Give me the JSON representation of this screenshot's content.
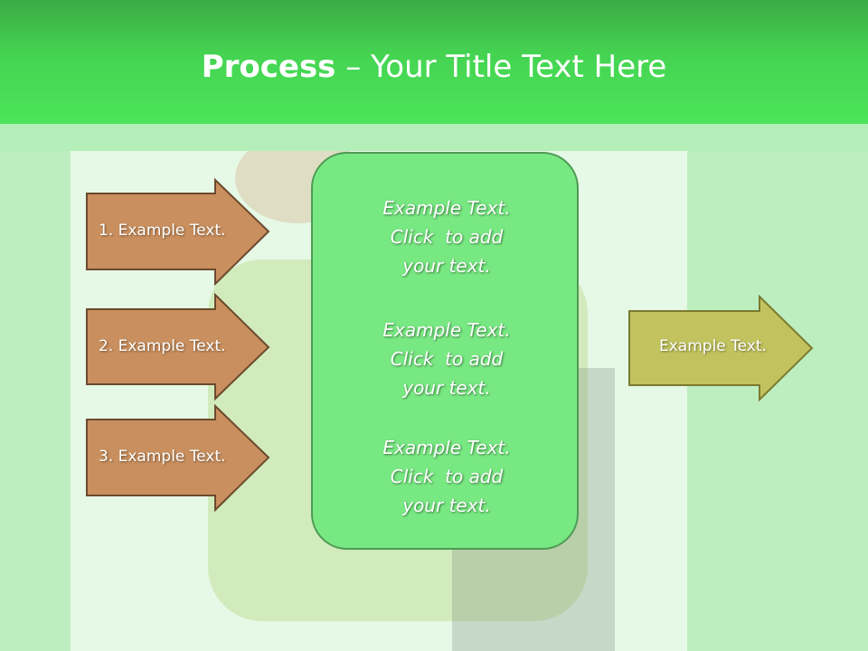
{
  "title": {
    "bold": "Process",
    "rest": " – Your Title Text Here"
  },
  "left_arrows": [
    {
      "label": "1. Example Text."
    },
    {
      "label": "2. Example Text."
    },
    {
      "label": "3. Example Text."
    }
  ],
  "center_box": {
    "paragraphs": [
      {
        "lines": [
          "Example Text.",
          "Click  to add",
          "your text."
        ]
      },
      {
        "lines": [
          "Example Text.",
          "Click  to add",
          "your text."
        ]
      },
      {
        "lines": [
          "Example Text.",
          "Click  to add",
          "your text."
        ]
      }
    ]
  },
  "right_arrow": {
    "label": "Example Text."
  },
  "colors": {
    "header": "#45d452",
    "left_arrow_fill": "#c98f5e",
    "left_arrow_stroke": "#6b4a2d",
    "center_fill": "#78e882",
    "right_arrow_fill": "#c2c35f",
    "right_arrow_stroke": "#7b7a2e"
  }
}
